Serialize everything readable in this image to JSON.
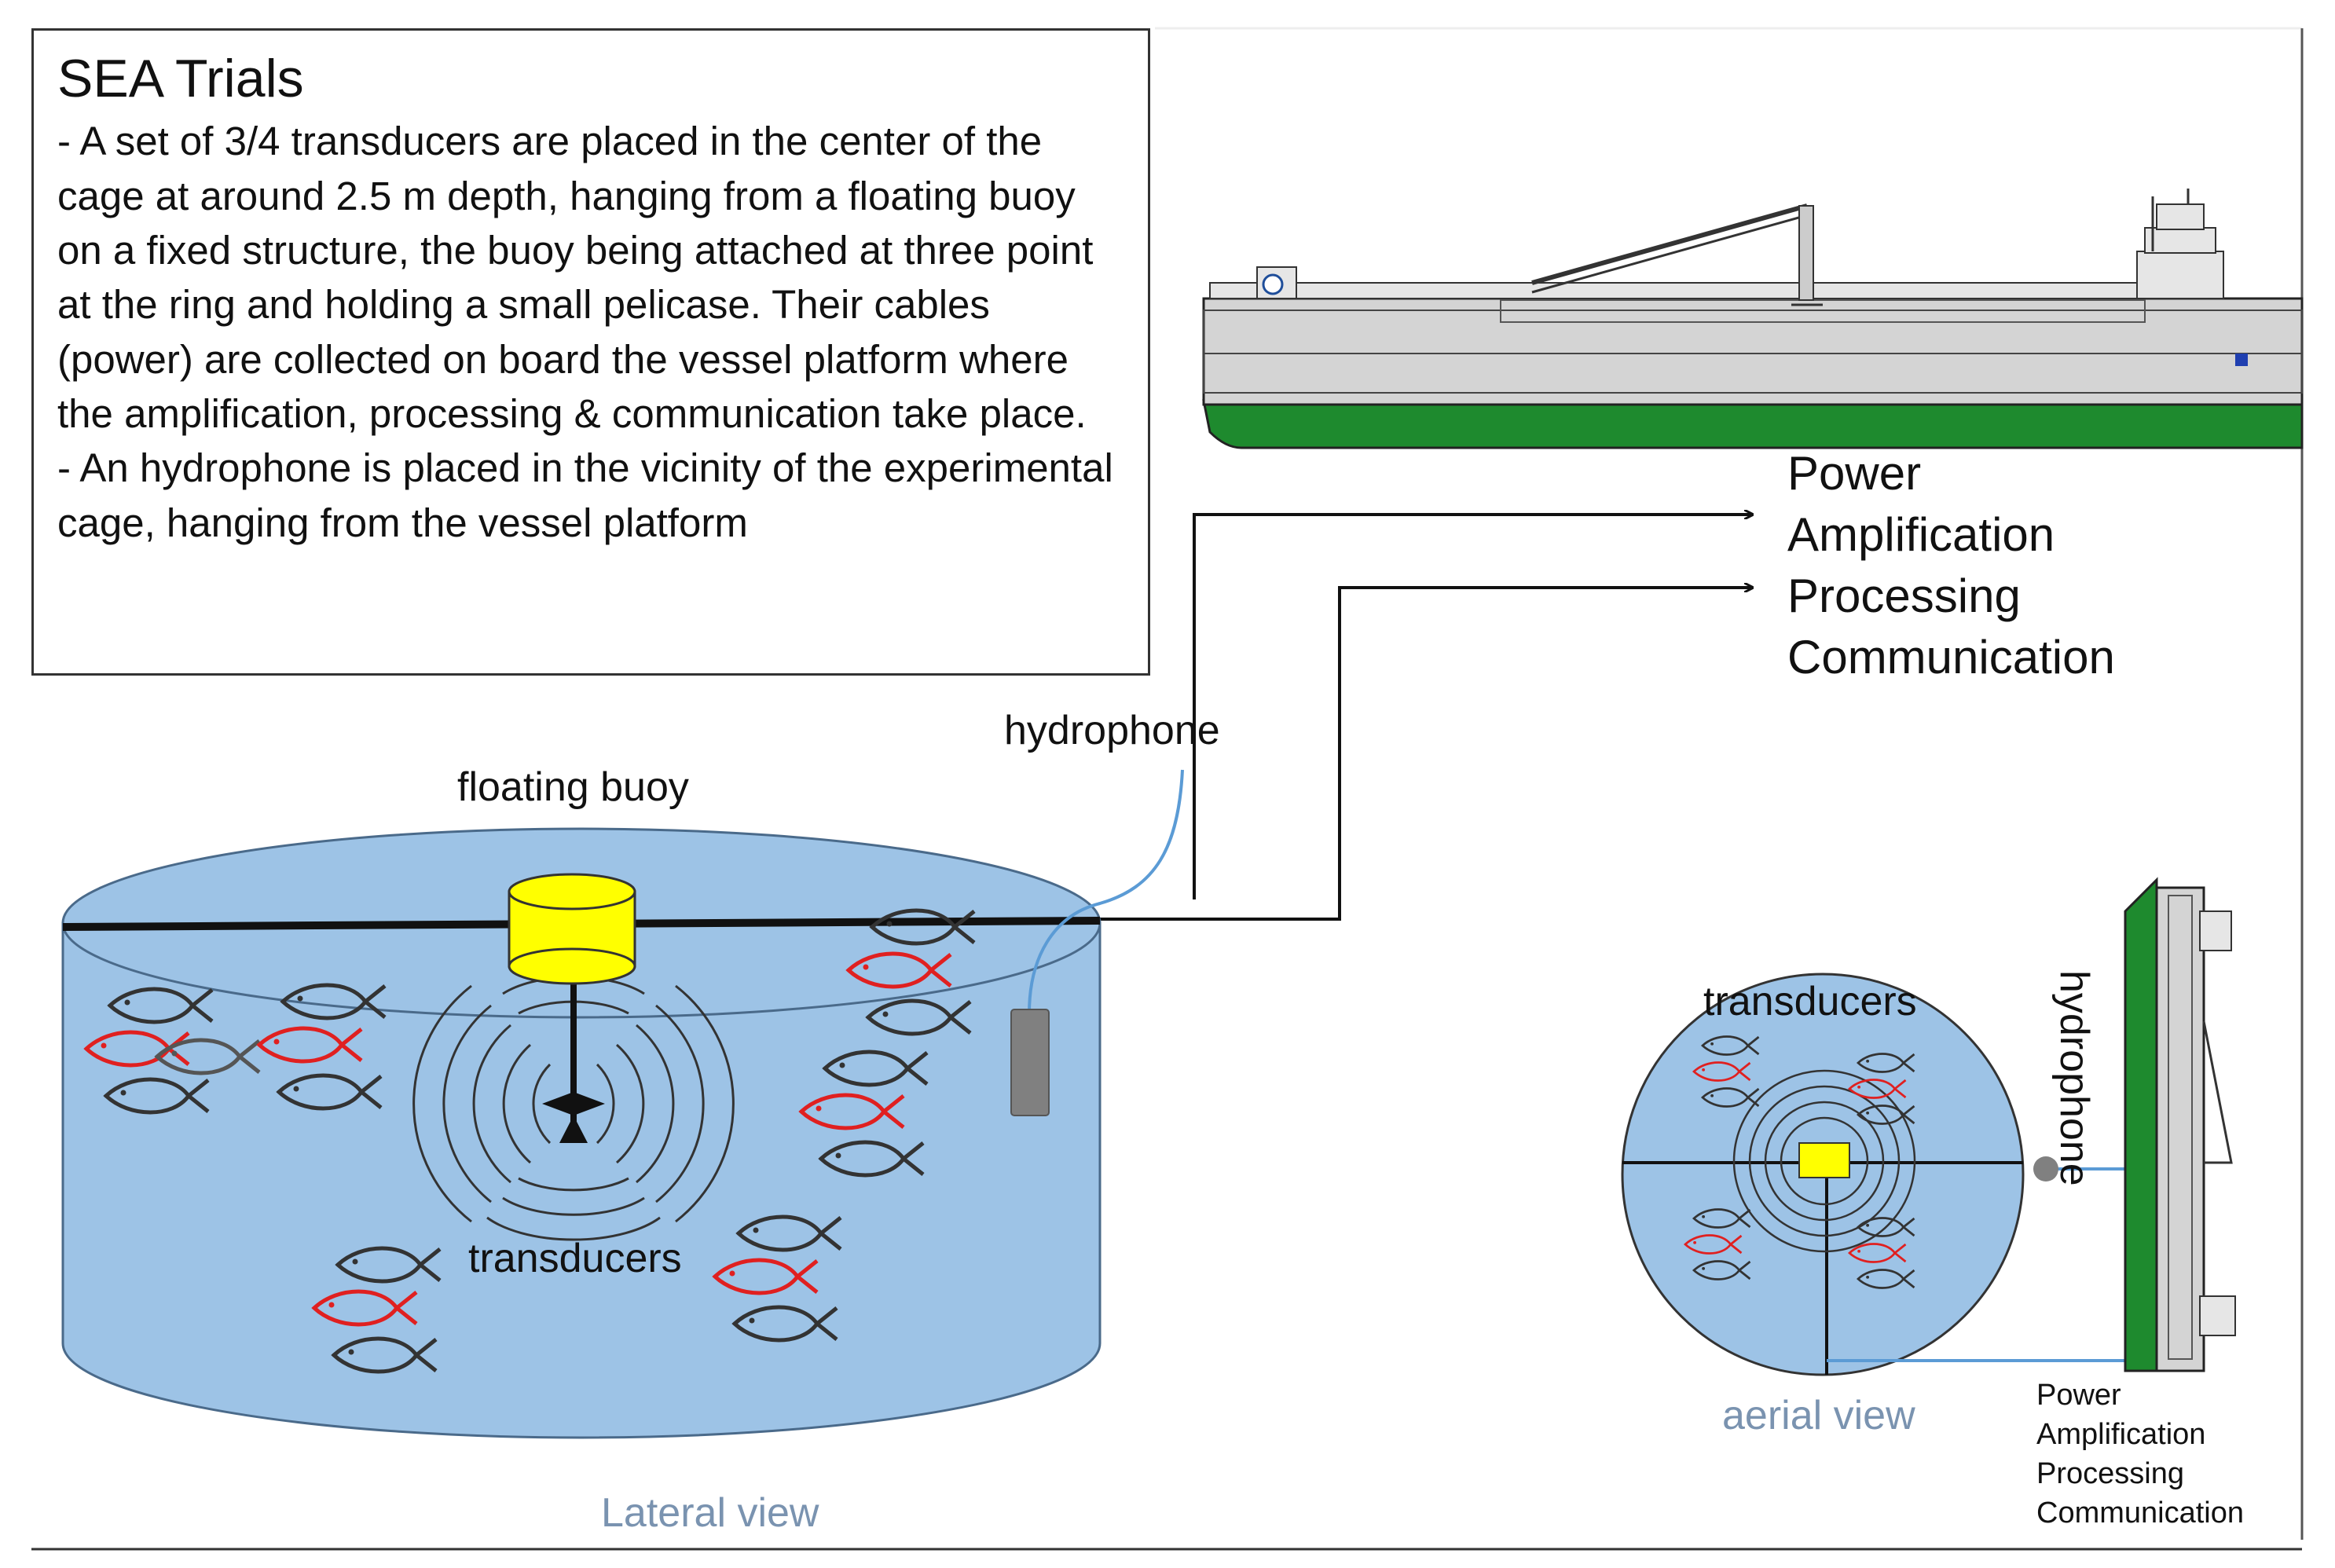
{
  "info_box": {
    "title": "SEA Trials",
    "paragraphs": [
      "- A set of 3/4 transducers are placed in the center of the cage at around 2.5 m depth, hanging from a floating buoy on a fixed structure, the buoy being attached at three point at the ring and holding a small pelicase. Their cables (power) are collected on board the vessel platform where the amplification, processing & communication take place.",
      "- An hydrophone is placed in the vicinity of the experimental cage, hanging from the vessel platform"
    ]
  },
  "onboard_functions": {
    "top": [
      "Power",
      "Amplification",
      "Processing",
      "Communication"
    ],
    "bottom": [
      "Power",
      "Amplification",
      "Processing",
      "Communication"
    ]
  },
  "lateral": {
    "buoy_label": "floating buoy",
    "hydrophone_label": "hydrophone",
    "transducers_label": "transducers",
    "view_label": "Lateral view"
  },
  "aerial": {
    "transducers_label": "transducers",
    "hydrophone_label": "hydrophone",
    "view_label": "aerial view"
  },
  "colors": {
    "water": "#9dc3e6",
    "buoy": "#ffff00",
    "hull_green": "#1e8a2e",
    "hull_grey": "#d4d4d4",
    "fish_red": "#e02020",
    "fish_dark": "#333333",
    "view_label": "#7a93b0",
    "cable_blue": "#5b9bd5"
  }
}
